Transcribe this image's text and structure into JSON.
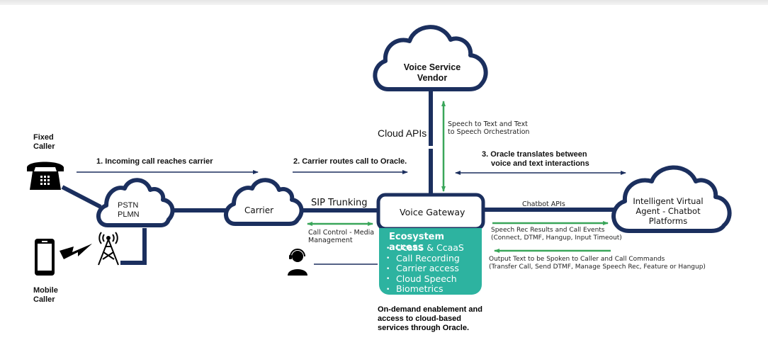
{
  "diagram": {
    "colors": {
      "navy": "#1b2f5e",
      "green": "#3aa65a",
      "teal": "#2db3a0"
    },
    "nodes": {
      "fixed_caller": {
        "label_line1": "Fixed",
        "label_line2": "Caller",
        "icon": "telephone-icon"
      },
      "mobile_caller": {
        "label_line1": "Mobile",
        "label_line2": "Caller",
        "icon": "mobile-phone-icon"
      },
      "cell_tower": {
        "icon": "cell-tower-icon"
      },
      "pstn": {
        "label_line1": "PSTN",
        "label_line2": "PLMN"
      },
      "carrier": {
        "label": "Carrier"
      },
      "voice_service_vendor": {
        "label_line1": "Voice Service",
        "label_line2": "Vendor"
      },
      "voice_gateway": {
        "label": "Voice Gateway"
      },
      "intelligent_agent": {
        "label_line1": "Intelligent Virtual",
        "label_line2": "Agent - Chatbot",
        "label_line3": "Platforms"
      },
      "agent": {
        "icon": "headset-agent-icon"
      }
    },
    "steps": {
      "step1": "1. Incoming call reaches carrier",
      "step2": "2. Carrier routes call to Oracle.",
      "step3_line1": "3. Oracle translates between",
      "step3_line2": "voice and text interactions"
    },
    "connections": {
      "sip_trunking": "SIP Trunking",
      "call_control_line1": "Call Control - Media",
      "call_control_line2": "Management",
      "cloud_apis": "Cloud APIs",
      "speech_orch_line1": "Speech to Text and Text",
      "speech_orch_line2": "to Speech Orchestration",
      "chatbot_apis": "Chatbot APIs",
      "speech_rec_line1": "Speech Rec Results and Call Events",
      "speech_rec_line2": "(Connect, DTMF, Hangup, Input Timeout)",
      "output_text_line1": "Output Text to be Spoken to Caller and Call Commands",
      "output_text_line2": "(Transfer Call, Send DTMF, Manage Speech Rec, Feature or Hangup)"
    },
    "ecosystem": {
      "title": "Ecosystem access",
      "items": [
        "UcaaS & CcaaS",
        "Call Recording",
        "Carrier access",
        "Cloud Speech",
        "Biometrics"
      ]
    },
    "footnote": {
      "line1": "On-demand enablement and",
      "line2": "access to cloud-based",
      "line3": "services through Oracle."
    }
  }
}
